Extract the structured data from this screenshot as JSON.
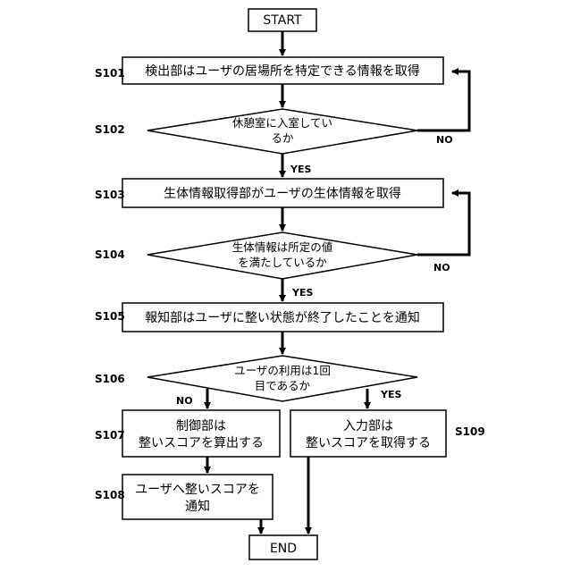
{
  "nodes": {
    "start": {
      "lines": [
        "START"
      ]
    },
    "s101": {
      "lines": [
        "検出部はユーザの居場所を特定できる情報を取得"
      ]
    },
    "s102": {
      "lines": [
        "休憩室に入室してい",
        "るか"
      ]
    },
    "s103": {
      "lines": [
        "生体情報取得部がユーザの生体情報を取得"
      ]
    },
    "s104": {
      "lines": [
        "生体情報は所定の値",
        "を満たしているか"
      ]
    },
    "s105": {
      "lines": [
        "報知部はユーザに整い状態が終了したことを通知"
      ]
    },
    "s106": {
      "lines": [
        "ユーザの利用は1回",
        "目であるか"
      ]
    },
    "s107": {
      "lines": [
        "制御部は",
        "整いスコアを算出する"
      ]
    },
    "s109": {
      "lines": [
        "入力部は",
        "整いスコアを取得する"
      ]
    },
    "s108": {
      "lines": [
        "ユーザへ整いスコアを",
        "通知"
      ]
    },
    "end": {
      "lines": [
        "END"
      ]
    }
  },
  "step_labels": {
    "s101": "S101",
    "s102": "S102",
    "s103": "S103",
    "s104": "S104",
    "s105": "S105",
    "s106": "S106",
    "s107": "S107",
    "s108": "S108",
    "s109": "S109"
  },
  "branch_labels": {
    "s102_no": "NO",
    "s102_yes": "YES",
    "s104_no": "NO",
    "s104_yes": "YES",
    "s106_no": "NO",
    "s106_yes": "YES"
  }
}
